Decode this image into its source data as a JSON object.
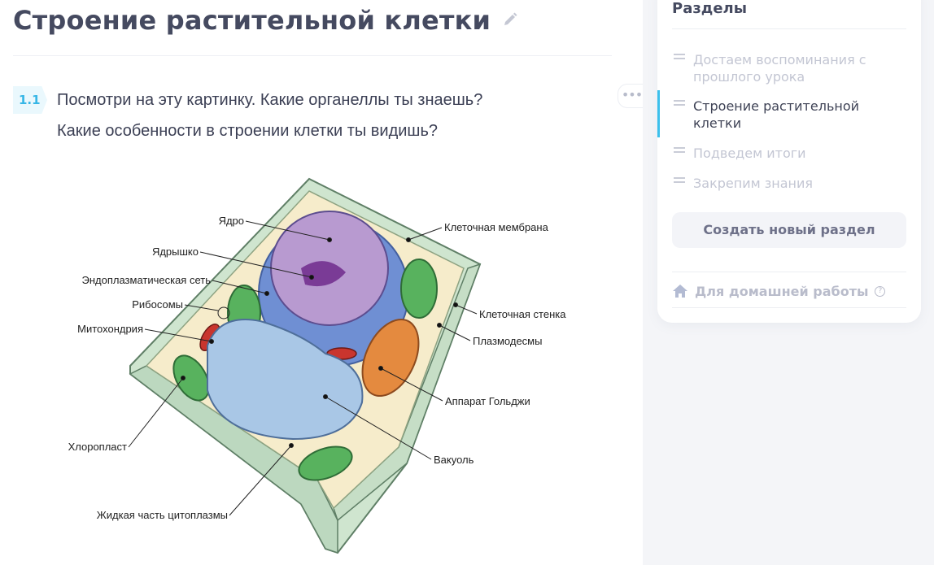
{
  "page": {
    "title": "Строение растительной клетки"
  },
  "task": {
    "number": "1.1",
    "line1": "Посмотри на эту картинку. Какие органеллы ты знаешь?",
    "line2": "Какие особенности в строении клетки ты видишь?",
    "more_label": "•••"
  },
  "figure": {
    "labels": {
      "nucleus": "Ядро",
      "nucleolus": "Ядрышко",
      "er": "Эндоплазматическая сеть",
      "ribosomes": "Рибосомы",
      "mitochondria": "Митохондрия",
      "chloroplast": "Хлоропласт",
      "cytoplasm": "Жидкая часть цитоплазмы",
      "membrane": "Клеточная мембрана",
      "cell_wall": "Клеточная стенка",
      "plasmodesmata": "Плазмодесмы",
      "golgi": "Аппарат Гольджи",
      "vacuole": "Вакуоль"
    }
  },
  "sidebar": {
    "title": "Разделы",
    "sections": [
      {
        "label": "Достаем воспоминания с прошлого урока",
        "active": false
      },
      {
        "label": "Строение растительной клетки",
        "active": true
      },
      {
        "label": "Подведем итоги",
        "active": false
      },
      {
        "label": "Закрепим знания",
        "active": false
      }
    ],
    "create_button": "Создать новый раздел",
    "homework_label": "Для домашней работы",
    "help_glyph": "?"
  },
  "colors": {
    "accent": "#3cc0ec",
    "title": "#454a60",
    "muted": "#c3c6d3"
  }
}
